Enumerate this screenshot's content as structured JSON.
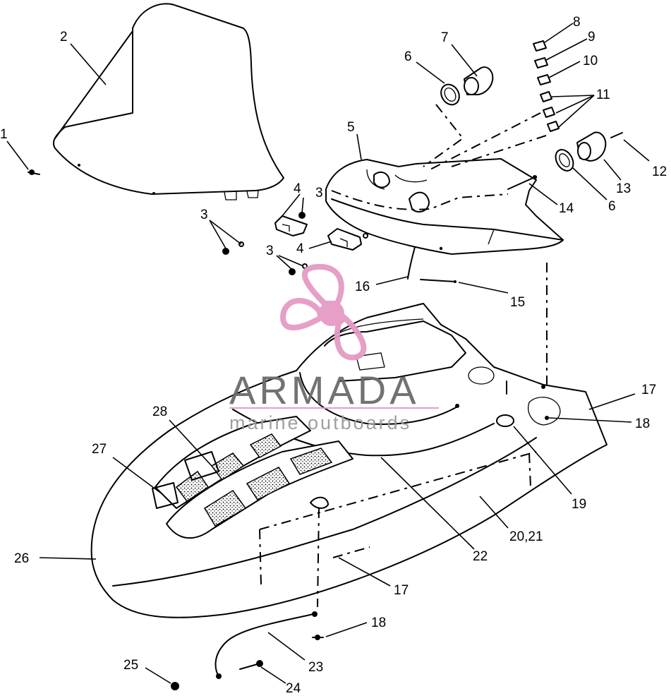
{
  "watermark": {
    "brand": "ARMADA",
    "tagline": "marine outboards",
    "logo_color": "#e59ac4",
    "text_color": "#6b6b6b"
  },
  "callouts": [
    "1",
    "2",
    "3",
    "3",
    "3",
    "4",
    "4",
    "5",
    "6",
    "6",
    "7",
    "8",
    "9",
    "10",
    "11",
    "12",
    "13",
    "14",
    "15",
    "16",
    "17",
    "17",
    "18",
    "18",
    "19",
    "20,21",
    "22",
    "23",
    "24",
    "25",
    "26",
    "27",
    "28"
  ]
}
